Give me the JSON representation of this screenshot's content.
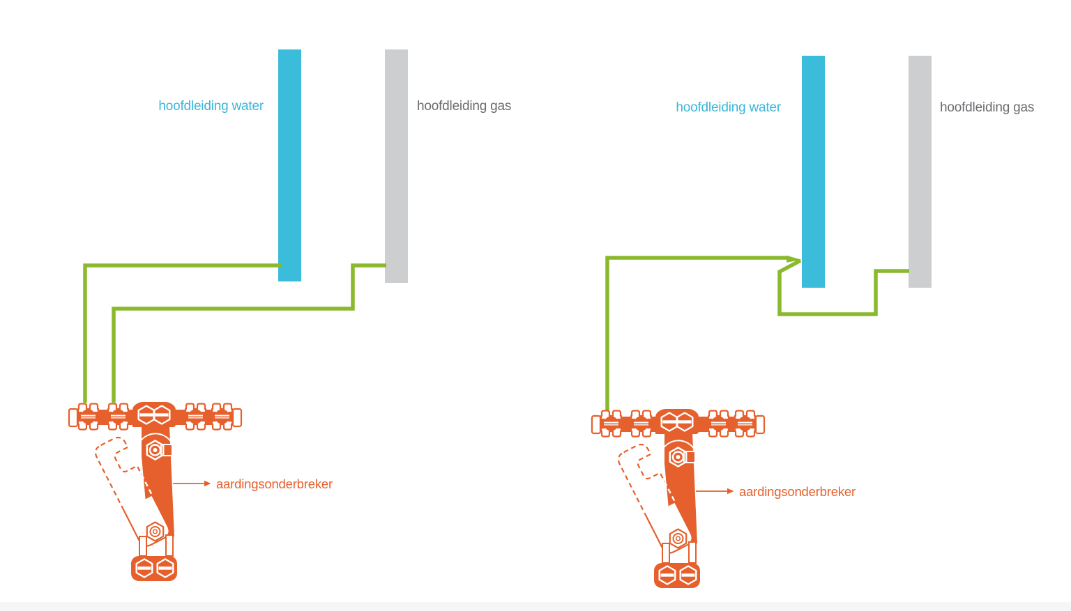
{
  "colors": {
    "water_pipe": "#3cbcdb",
    "gas_pipe": "#cdced0",
    "ground_wire": "#8bb92d",
    "device_orange": "#e5602c",
    "water_label_text": "#3bb7d8",
    "gas_label_text": "#6b6c70",
    "footer_strip": "#f5f6f6"
  },
  "diagrams": {
    "left": {
      "water_label": "hoofdleiding water",
      "gas_label": "hoofdleiding gas",
      "device_label": "aardingsonderbreker"
    },
    "right": {
      "water_label": "hoofdleiding water",
      "gas_label": "hoofdleiding gas",
      "device_label": "aardingsonderbreker"
    }
  }
}
